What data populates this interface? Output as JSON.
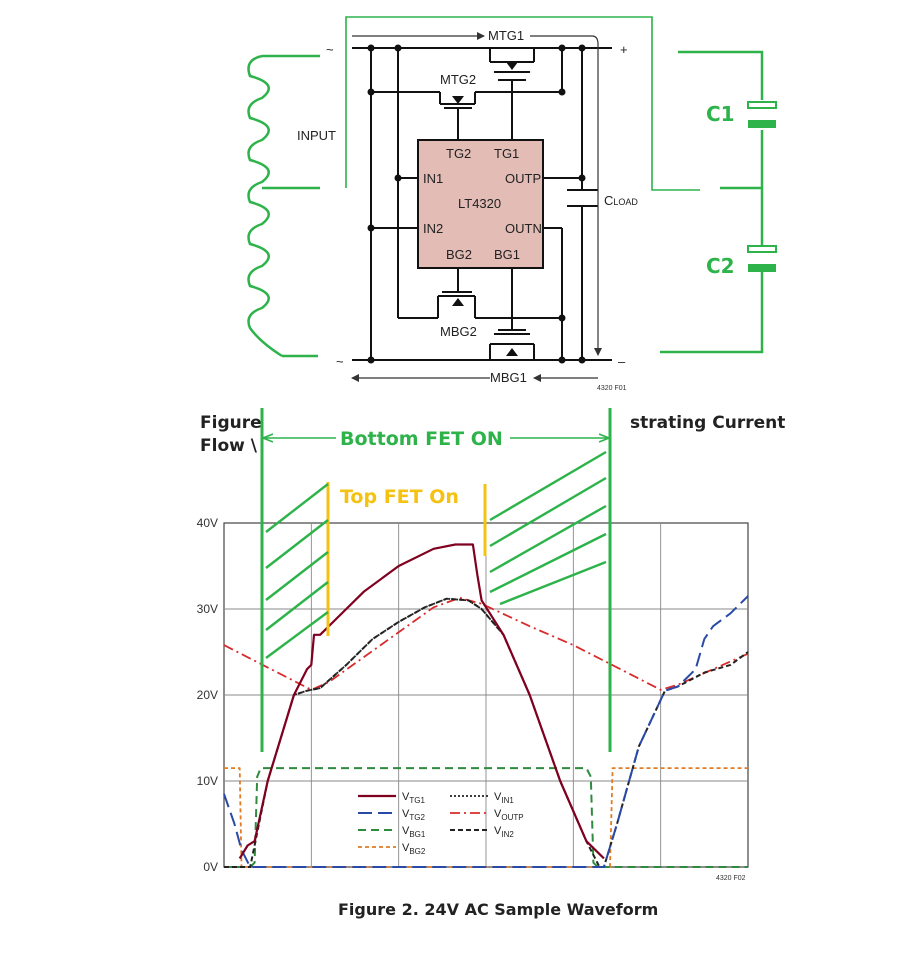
{
  "colors": {
    "green": "#2db34a",
    "yellow": "#f5c211",
    "chip": "#e2bcb5",
    "vtg1": "#800020",
    "vtg2": "#2a4aa8",
    "vbg1": "#2e8b3e",
    "vbg2": "#e07b26",
    "vin1": "#222222",
    "voutp": "#d92b2b",
    "vin2": "#222222"
  },
  "schematic": {
    "ic_name": "LT4320",
    "pins": {
      "tg2": "TG2",
      "tg1": "TG1",
      "in1": "IN1",
      "outp": "OUTP",
      "in2": "IN2",
      "outn": "OUTN",
      "bg2": "BG2",
      "bg1": "BG1"
    },
    "fets": {
      "mtg1": "MTG1",
      "mtg2": "MTG2",
      "mbg2": "MBG2",
      "mbg1": "MBG1"
    },
    "input_label": "INPUT",
    "ac_top": "~",
    "ac_bottom": "~",
    "plus": "+",
    "minus": "–",
    "cload_main": "C",
    "cload_sub": "LOAD",
    "fig_code": "4320 F01",
    "c1": "C1",
    "c2": "C2"
  },
  "figure_header": {
    "left_line1": "Figure",
    "left_line2": "Flow \\",
    "right": "strating Current"
  },
  "annotations": {
    "bottom_fet_on": "Bottom FET ON",
    "top_fet_on": "Top FET On"
  },
  "caption": "Figure 2. 24V AC Sample Waveform",
  "chart_fig_code": "4320 F02",
  "chart_data": {
    "type": "line",
    "title": "Figure 2. 24V AC Sample Waveform",
    "xlabel": "",
    "ylabel": "",
    "xlim": [
      0,
      6
    ],
    "ylim": [
      0,
      40
    ],
    "grid": true,
    "legend_position": "bottom-center",
    "y_ticks": [
      {
        "value": 0,
        "label": "0V"
      },
      {
        "value": 10,
        "label": "10V"
      },
      {
        "value": 20,
        "label": "20V"
      },
      {
        "value": 30,
        "label": "30V"
      },
      {
        "value": 40,
        "label": "40V"
      }
    ],
    "series": [
      {
        "key": "vtg1",
        "name": "V",
        "sub": "TG1",
        "style": "solid",
        "points": [
          [
            0.18,
            1
          ],
          [
            0.27,
            2.5
          ],
          [
            0.35,
            3
          ],
          [
            0.5,
            10
          ],
          [
            0.8,
            20
          ],
          [
            0.95,
            23
          ],
          [
            1.0,
            23.5
          ],
          [
            1.03,
            27
          ],
          [
            1.1,
            27
          ],
          [
            1.3,
            29
          ],
          [
            1.6,
            32
          ],
          [
            2.0,
            35
          ],
          [
            2.4,
            37
          ],
          [
            2.65,
            37.5
          ],
          [
            2.85,
            37.5
          ],
          [
            2.9,
            34
          ],
          [
            2.95,
            31
          ],
          [
            3.2,
            27
          ],
          [
            3.5,
            20
          ],
          [
            3.85,
            10
          ],
          [
            4.15,
            3
          ],
          [
            4.25,
            2
          ],
          [
            4.35,
            1
          ]
        ]
      },
      {
        "key": "vtg2",
        "name": "V",
        "sub": "TG2",
        "style": "longdash",
        "points": [
          [
            0,
            8.5
          ],
          [
            0.12,
            5
          ],
          [
            0.2,
            2
          ],
          [
            0.3,
            0
          ],
          [
            4.35,
            0
          ],
          [
            4.5,
            5
          ],
          [
            4.75,
            14
          ],
          [
            5.05,
            20.5
          ],
          [
            5.2,
            21
          ],
          [
            5.4,
            23
          ],
          [
            5.5,
            26.5
          ],
          [
            5.6,
            28
          ],
          [
            5.8,
            29.5
          ],
          [
            6.0,
            31.5
          ]
        ]
      },
      {
        "key": "vbg1",
        "name": "V",
        "sub": "BG1",
        "style": "dash",
        "points": [
          [
            0,
            0
          ],
          [
            0.3,
            0
          ],
          [
            0.35,
            0.5
          ],
          [
            0.38,
            10.5
          ],
          [
            0.42,
            11.5
          ],
          [
            4.15,
            11.5
          ],
          [
            4.2,
            10.5
          ],
          [
            4.23,
            0.5
          ],
          [
            4.28,
            0
          ],
          [
            6.0,
            0
          ]
        ]
      },
      {
        "key": "vbg2",
        "name": "V",
        "sub": "BG2",
        "style": "shortdash",
        "points": [
          [
            0,
            11.5
          ],
          [
            0.18,
            11.5
          ],
          [
            0.2,
            0
          ],
          [
            4.42,
            0
          ],
          [
            4.45,
            11.5
          ],
          [
            6.0,
            11.5
          ]
        ]
      },
      {
        "key": "vin1",
        "name": "V",
        "sub": "IN1",
        "style": "dot",
        "points": [
          [
            0.18,
            1
          ],
          [
            0.27,
            2.5
          ],
          [
            0.35,
            3
          ],
          [
            0.5,
            10
          ],
          [
            0.8,
            20
          ],
          [
            0.95,
            20.5
          ],
          [
            1.1,
            20.8
          ],
          [
            1.4,
            23.5
          ],
          [
            1.7,
            26.5
          ],
          [
            2.0,
            28.5
          ],
          [
            2.3,
            30.2
          ],
          [
            2.55,
            31.2
          ],
          [
            2.8,
            31
          ],
          [
            2.95,
            30
          ],
          [
            3.2,
            27
          ],
          [
            3.5,
            20
          ],
          [
            3.85,
            10
          ],
          [
            4.15,
            3
          ],
          [
            4.25,
            2
          ],
          [
            4.35,
            1
          ]
        ]
      },
      {
        "key": "voutp",
        "name": "V",
        "sub": "OUTP",
        "style": "dashdot",
        "points": [
          [
            0,
            25.8
          ],
          [
            1.0,
            20.6
          ],
          [
            1.2,
            21.5
          ],
          [
            2.4,
            30.2
          ],
          [
            2.7,
            31.3
          ],
          [
            2.95,
            30.6
          ],
          [
            3.5,
            28
          ],
          [
            4.0,
            25.8
          ],
          [
            5.0,
            20.6
          ],
          [
            5.2,
            21.2
          ],
          [
            6.0,
            24.8
          ]
        ]
      },
      {
        "key": "vin2",
        "name": "V",
        "sub": "IN2",
        "style": "dashsmall",
        "points": [
          [
            0,
            0
          ],
          [
            0.3,
            0
          ],
          [
            0.5,
            10
          ],
          [
            0.8,
            20
          ],
          [
            0.95,
            20.5
          ],
          [
            1.1,
            20.8
          ],
          [
            1.4,
            23.5
          ],
          [
            1.7,
            26.5
          ],
          [
            2.0,
            28.5
          ],
          [
            2.3,
            30.2
          ],
          [
            2.55,
            31.2
          ],
          [
            2.8,
            31
          ],
          [
            2.95,
            30
          ],
          [
            3.2,
            27
          ],
          [
            3.5,
            20
          ],
          [
            3.85,
            10
          ],
          [
            4.15,
            3
          ],
          [
            4.3,
            0
          ],
          [
            4.35,
            0
          ],
          [
            4.5,
            5
          ],
          [
            4.75,
            14
          ],
          [
            5.05,
            20.5
          ],
          [
            5.2,
            21
          ],
          [
            5.5,
            22.6
          ],
          [
            5.8,
            23.5
          ],
          [
            6.0,
            25
          ]
        ]
      }
    ]
  }
}
